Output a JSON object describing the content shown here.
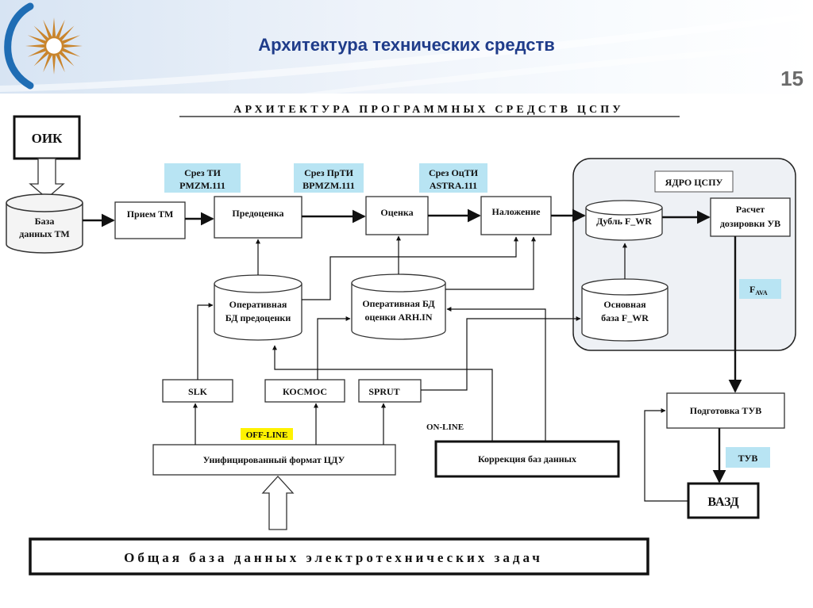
{
  "slide": {
    "title": "Архитектура технических средств",
    "page_number": "15"
  },
  "colors": {
    "title_blue": "#1f3c8a",
    "note_cyan": "#b8e4f3",
    "offline_yellow": "#fff200",
    "header_gradient_start": "#d7e4f3",
    "page_number_gray": "#6a6a6a"
  },
  "logo": {
    "icon": "sun-rays-logo-icon"
  },
  "diagram": {
    "heading": "АРХИТЕКТУРА ПРОГРАММНЫХ СРЕДСТВ ЦСПУ",
    "nodes": {
      "oik": "ОИК",
      "tm_db": [
        "База",
        "данных ТМ"
      ],
      "priem": "Прием ТМ",
      "predocenka": "Предоценка",
      "ocenka": "Оценка",
      "nalozhenie": "Наложение",
      "core_title": "ЯДРО ЦСПУ",
      "dubl": "Дубль F_WR",
      "raschet": [
        "Расчет",
        "дозировки УВ"
      ],
      "osnovnaya": [
        "Основная",
        "база F_WR"
      ],
      "op_bd_pred": [
        "Оперативная",
        "БД предоценки"
      ],
      "op_bd_oc": [
        "Оперативная БД",
        "оценки  ARH.IN"
      ],
      "slk": "SLK",
      "kosmos": "КОСМОС",
      "sprut": "SPRUT",
      "unified": "Унифицированный формат ЦДУ",
      "korrekciya": "Коррекция баз данных",
      "podgotovka": "Подготовка  ТУВ",
      "vazd": "ВАЗД",
      "general_db": "Общая  база  данных  электротехнических  задач"
    },
    "notes": {
      "srez_ti": [
        "Срез ТИ",
        "PMZM.111"
      ],
      "srez_prti": [
        "Срез ПрТИ",
        "BPMZM.111"
      ],
      "srez_octi": [
        "Срез ОцТИ",
        "ASTRA.111"
      ],
      "f_ava_main": "F",
      "f_ava_sub": "AVA",
      "tuv": "ТУВ",
      "offline": "OFF-LINE",
      "online": "ON-LINE"
    }
  }
}
